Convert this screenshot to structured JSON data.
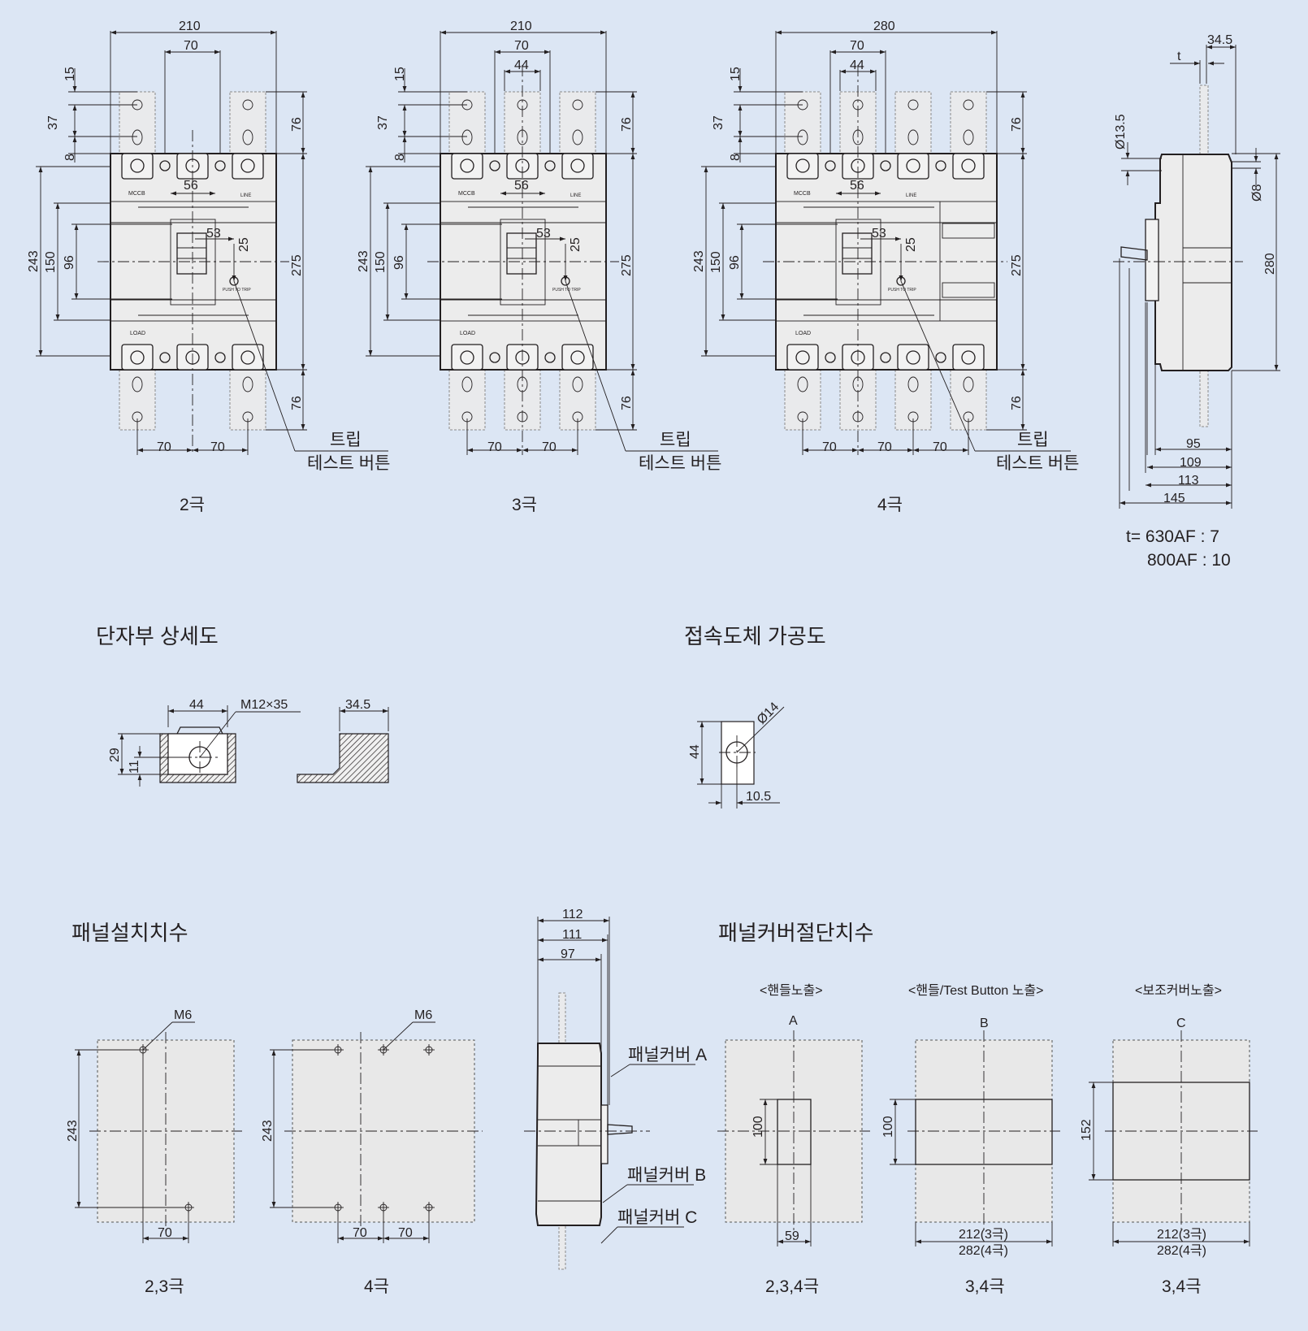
{
  "front_views": [
    {
      "caption": "2극",
      "top_width": "210",
      "top_spacing": "70",
      "poles": 2,
      "bottom_spacings": [
        "70",
        "70"
      ]
    },
    {
      "caption": "3극",
      "top_width": "210",
      "top_spacing": "70",
      "inner_spacing": "44",
      "poles": 3,
      "bottom_spacings": [
        "70",
        "70"
      ]
    },
    {
      "caption": "4극",
      "top_width": "280",
      "top_spacing": "70",
      "inner_spacing": "44",
      "poles": 4,
      "bottom_spacings": [
        "70",
        "70",
        "70"
      ]
    }
  ],
  "front_dims": {
    "d15": "15",
    "d37": "37",
    "d8": "8",
    "d243": "243",
    "d150": "150",
    "d96": "96",
    "d56": "56",
    "d53": "53",
    "d25": "25",
    "d76": "76",
    "d275": "275",
    "label_mccb": "MCCB",
    "label_line": "LINE",
    "label_load": "LOAD",
    "label_push": "PUSH TO TRIP",
    "trip_label_1": "트립",
    "trip_label_2": "테스트 버튼"
  },
  "side_view": {
    "d34_5": "34.5",
    "t": "t",
    "d13_5": "Ø13.5",
    "d8": "Ø8",
    "d280": "280",
    "d95": "95",
    "d109": "109",
    "d113": "113",
    "d145": "145",
    "note_1": "t= 630AF : 7",
    "note_2": "800AF : 10"
  },
  "terminal_detail": {
    "title": "단자부 상세도",
    "d44": "44",
    "bolt": "M12×35",
    "d29": "29",
    "d11": "11",
    "d34_5": "34.5"
  },
  "conductor_detail": {
    "title": "접속도체 가공도",
    "hole": "Ø14",
    "d44": "44",
    "d10_5": "10.5"
  },
  "panel_install": {
    "title": "패널설치치수",
    "views": [
      {
        "caption": "2,3극",
        "screw": "M6",
        "height": "243",
        "spacing": [
          "70"
        ]
      },
      {
        "caption": "4극",
        "screw": "M6",
        "height": "243",
        "spacing": [
          "70",
          "70"
        ]
      }
    ]
  },
  "panel_side": {
    "d112": "112",
    "d111": "111",
    "d97": "97",
    "cover_a": "패널커버 A",
    "cover_b": "패널커버 B",
    "cover_c": "패널커버 C"
  },
  "panel_cut": {
    "title": "패널커버절단치수",
    "views": [
      {
        "header": "<핸들노출>",
        "letter": "A",
        "height": "100",
        "width": "59",
        "caption": "2,3,4극"
      },
      {
        "header": "<핸들/Test Button 노출>",
        "letter": "B",
        "height": "100",
        "width_1": "212(3극)",
        "width_2": "282(4극)",
        "caption": "3,4극"
      },
      {
        "header": "<보조커버노출>",
        "letter": "C",
        "height": "152",
        "width_1": "212(3극)",
        "width_2": "282(4극)",
        "caption": "3,4극"
      }
    ]
  },
  "colors": {
    "background": "#dce6f4",
    "ink": "#231f20",
    "body": "#ececec"
  }
}
